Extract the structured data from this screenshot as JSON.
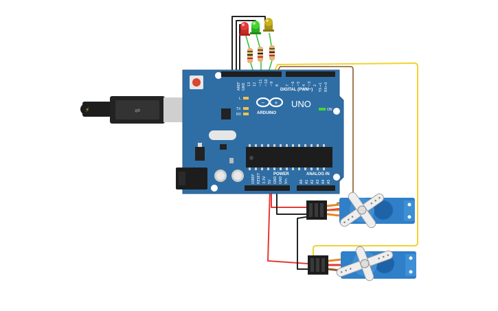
{
  "board": {
    "brand": "ARDUINO",
    "model": "UNO",
    "digital_header_label": "DIGITAL (PWM~)",
    "power_label": "POWER",
    "analog_label": "ANALOG IN",
    "on_label": "ON",
    "l_label": "L",
    "tx_label": "TX",
    "rx_label": "RX",
    "digital_pins": [
      "AREF",
      "GND",
      "13",
      "12",
      "~11",
      "~10",
      "~9",
      "8",
      "7",
      "~6",
      "~5",
      "4",
      "~3",
      "2",
      "TX→1",
      "RX←0"
    ],
    "power_pins": [
      "IOREF",
      "RESET",
      "3.3V",
      "5V",
      "GND",
      "GND",
      "Vin"
    ],
    "analog_pins": [
      "A0",
      "A1",
      "A2",
      "A3",
      "A4",
      "A5"
    ]
  },
  "leds": [
    {
      "name": "red-led",
      "color": "#e53935"
    },
    {
      "name": "green-led",
      "color": "#43d62e"
    },
    {
      "name": "yellow-led",
      "color": "#c9b21a"
    }
  ],
  "wires": {
    "black": "#222222",
    "red": "#e53935",
    "yellow": "#f2d22e",
    "brown": "#8a5a2b",
    "green": "#3fbf3a"
  },
  "colors": {
    "board": "#2f6ea5",
    "board_dark": "#245b8a",
    "servo": "#2f7fc9",
    "usb": "#1d1d1d"
  }
}
